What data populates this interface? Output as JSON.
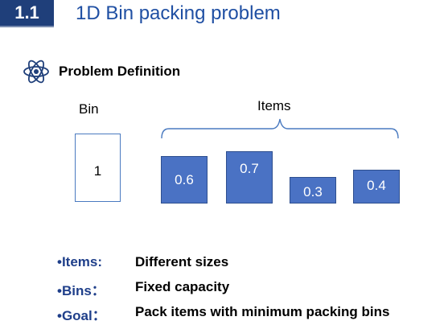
{
  "header": {
    "section_number": "1.1",
    "title": "1D Bin packing problem"
  },
  "section": {
    "label": "Problem Definition",
    "icon": "atom-icon",
    "icon_color": "#1f3f7a"
  },
  "diagram": {
    "bin_label": "Bin",
    "bin_value": "1",
    "items_label": "Items",
    "items": [
      "0.6",
      "0.7",
      "0.3",
      "0.4"
    ],
    "item_color": "#4a72c4"
  },
  "bullets": [
    {
      "key": "•Items:",
      "value": "Different sizes"
    },
    {
      "key": "•Bins：",
      "value": "Fixed capacity"
    },
    {
      "key": "•Goal：",
      "value": "Pack items with minimum packing bins"
    }
  ]
}
